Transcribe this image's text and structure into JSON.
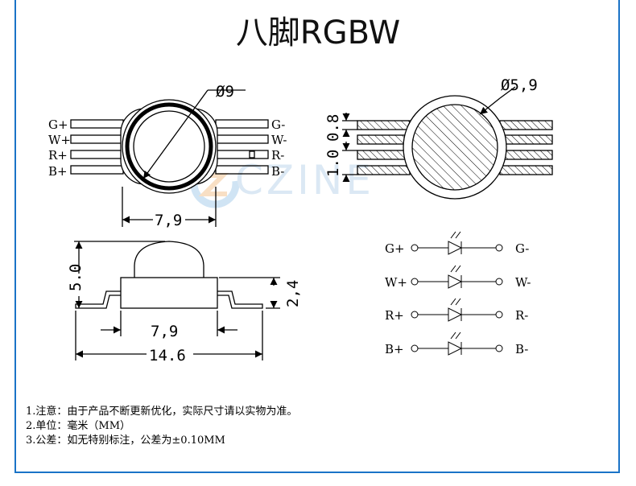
{
  "title": "八脚RGBW",
  "watermark": "CZINE",
  "top_left_view": {
    "left_pins": [
      "G+",
      "W+",
      "R+",
      "B+"
    ],
    "right_pins": [
      "G-",
      "W-",
      "R-",
      "B-"
    ],
    "diameter_label": "Ø9",
    "width_label": "7,9"
  },
  "top_right_view": {
    "diameter_label": "Ø5,9",
    "pitch_label_1": "0.8",
    "pitch_label_2": "1.0"
  },
  "side_view": {
    "height_label": "5.0",
    "body_height_label": "2,4",
    "body_width_label": "7,9",
    "total_width_label": "14.6"
  },
  "schematic": {
    "rows": [
      {
        "plus": "G+",
        "minus": "G-"
      },
      {
        "plus": "W+",
        "minus": "W-"
      },
      {
        "plus": "R+",
        "minus": "R-"
      },
      {
        "plus": "B+",
        "minus": "B-"
      }
    ]
  },
  "notes": [
    "1.注意：由于产品不断更新优化，实际尺寸请以实物为准。",
    "2.单位：毫米（MM）",
    "3.公差：如无特别标注，公差为±0.10MM"
  ]
}
